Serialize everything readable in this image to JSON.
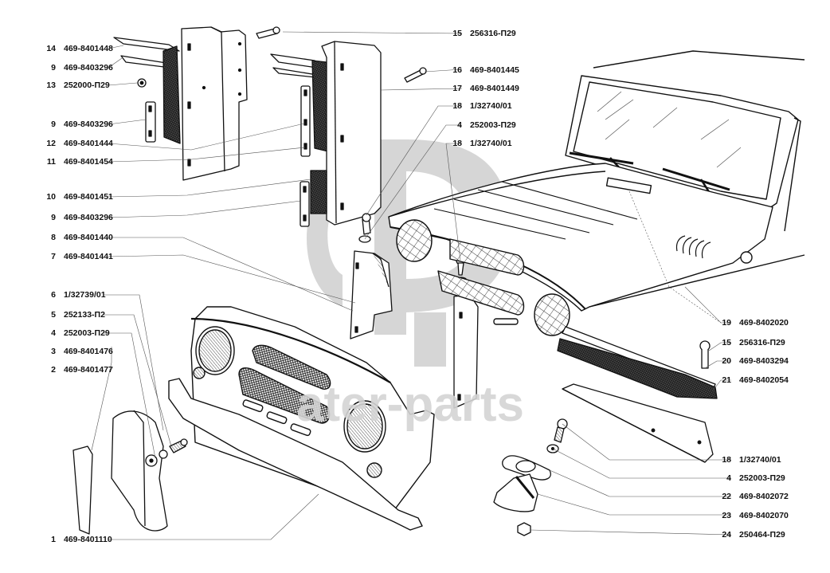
{
  "title": "UAZ-469 front panel, hood and radiator grille exploded parts diagram",
  "watermark": {
    "text": "ater-parts",
    "logo": "ФР-monogram",
    "color": "#d4d4d4"
  },
  "labels_left": [
    {
      "num": "14",
      "code": "469-8401448"
    },
    {
      "num": "9",
      "code": "469-8403296"
    },
    {
      "num": "13",
      "code": "252000-П29"
    },
    {
      "num": "9",
      "code": "469-8403296"
    },
    {
      "num": "12",
      "code": "469-8401444"
    },
    {
      "num": "11",
      "code": "469-8401454"
    },
    {
      "num": "10",
      "code": "469-8401451"
    },
    {
      "num": "9",
      "code": "469-8403296"
    },
    {
      "num": "8",
      "code": "469-8401440"
    },
    {
      "num": "7",
      "code": "469-8401441"
    },
    {
      "num": "6",
      "code": "1/32739/01"
    },
    {
      "num": "5",
      "code": "252133-П2"
    },
    {
      "num": "4",
      "code": "252003-П29"
    },
    {
      "num": "3",
      "code": "469-8401476"
    },
    {
      "num": "2",
      "code": "469-8401477"
    },
    {
      "num": "1",
      "code": "469-8401110"
    }
  ],
  "labels_top_right": [
    {
      "num": "15",
      "code": "256316-П29"
    },
    {
      "num": "16",
      "code": "469-8401445"
    },
    {
      "num": "17",
      "code": "469-8401449"
    },
    {
      "num": "18",
      "code": "1/32740/01"
    },
    {
      "num": "4",
      "code": "252003-П29"
    },
    {
      "num": "18",
      "code": "1/32740/01"
    }
  ],
  "labels_bottom_right": [
    {
      "num": "19",
      "code": "469-8402020"
    },
    {
      "num": "15",
      "code": "256316-П29"
    },
    {
      "num": "20",
      "code": "469-8403294"
    },
    {
      "num": "21",
      "code": "469-8402054"
    },
    {
      "num": "18",
      "code": "1/32740/01"
    },
    {
      "num": "4",
      "code": "252003-П29"
    },
    {
      "num": "22",
      "code": "469-8402072"
    },
    {
      "num": "23",
      "code": "469-8402070"
    },
    {
      "num": "24",
      "code": "250464-П29"
    }
  ]
}
